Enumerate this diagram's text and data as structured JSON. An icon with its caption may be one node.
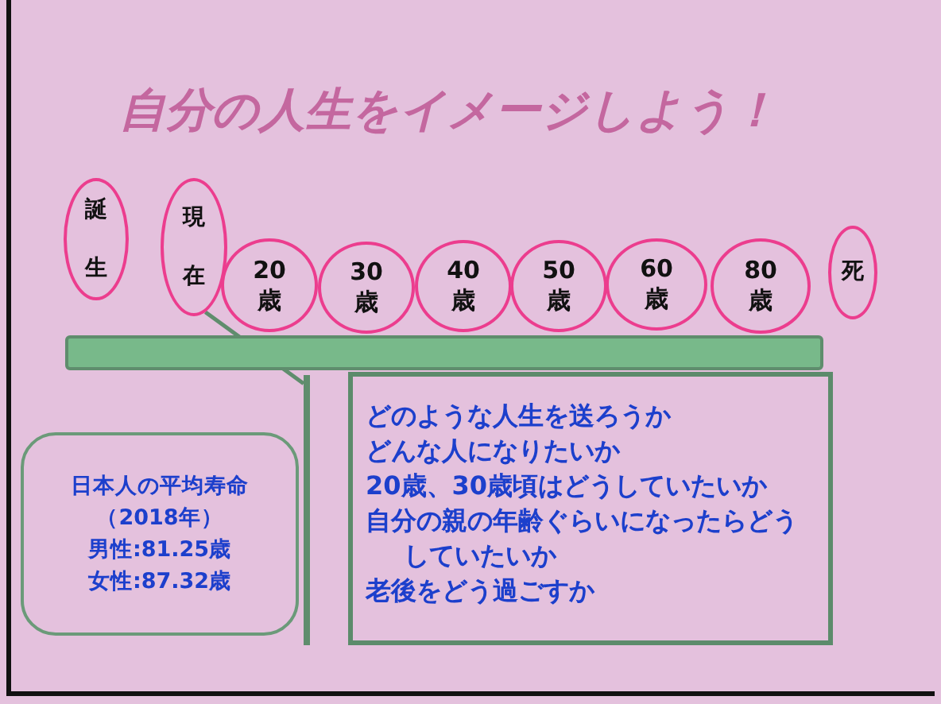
{
  "diagram": {
    "title": "自分の人生をイメージしよう！",
    "nodes": [
      {
        "text": [
          "誕生"
        ]
      },
      {
        "text": [
          "現在"
        ]
      },
      {
        "text": [
          "20歳"
        ]
      },
      {
        "text": [
          "30歳"
        ]
      },
      {
        "text": [
          "40歳"
        ]
      },
      {
        "text": [
          "50歳"
        ]
      },
      {
        "text": [
          "60歳"
        ]
      },
      {
        "text": [
          "80歳"
        ]
      },
      {
        "text": [
          "死"
        ]
      },
      {
        "text": [],
        "shape": "bar"
      },
      {
        "text": [
          "どのような人生を送ろうか",
          "どんな人になりたいか",
          "20歳、30歳頃はどうしていたいか",
          "自分の親の年齢ぐらいになったらどうしていたいか",
          "老後をどう過ごすか"
        ]
      },
      {
        "text": [
          "日本人の平均寿命",
          "（2018年）",
          "男性:81.25歳",
          "女性:87.32歳"
        ]
      },
      {
        "text": [],
        "shape": "line"
      }
    ],
    "edges": [
      {
        "from": 1,
        "to": 12,
        "arrow": "none"
      }
    ]
  }
}
